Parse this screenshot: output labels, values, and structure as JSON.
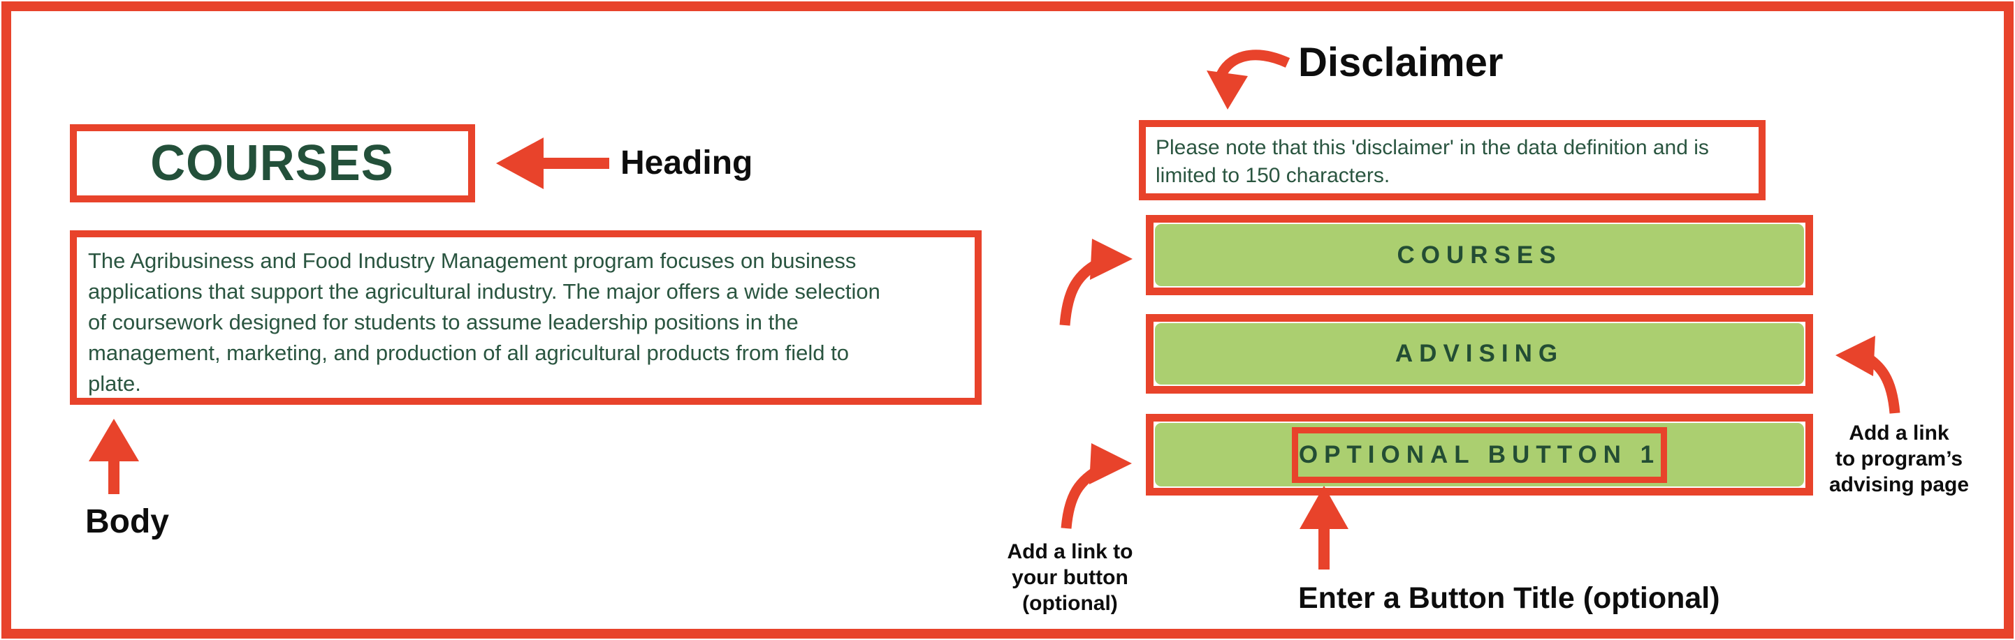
{
  "colors": {
    "accent_red": "#E8432B",
    "button_green": "#ABCF70",
    "text_green": "#2A5540",
    "label_black": "#0d0d0d"
  },
  "left": {
    "heading": {
      "text": "COURSES"
    },
    "heading_annotation": {
      "label": "Heading"
    },
    "body": {
      "text": "The Agribusiness and Food Industry Management program focuses on business\napplications that support the agricultural industry. The major offers a wide selection\nof coursework designed for students to assume leadership positions in the\nmanagement, marketing, and production of all agricultural products from field to\nplate."
    },
    "body_annotation": {
      "label": "Body"
    }
  },
  "right": {
    "disclaimer_annotation": {
      "label": "Disclaimer"
    },
    "disclaimer": {
      "text": "Please note that this 'disclaimer' in the data definition and is\nlimited to 150 characters.",
      "char_limit_note": "150"
    },
    "buttons": [
      {
        "label": "COURSES"
      },
      {
        "label": "ADVISING"
      },
      {
        "label": "OPTIONAL BUTTON 1",
        "highlighted": true
      }
    ],
    "advising_annotation": {
      "label": "Add a link\nto program’s\nadvising page"
    },
    "button_link_annotation": {
      "label": "Add a link to\nyour button\n(optional)"
    },
    "button_title_annotation": {
      "label": "Enter a Button Title (optional)"
    }
  }
}
